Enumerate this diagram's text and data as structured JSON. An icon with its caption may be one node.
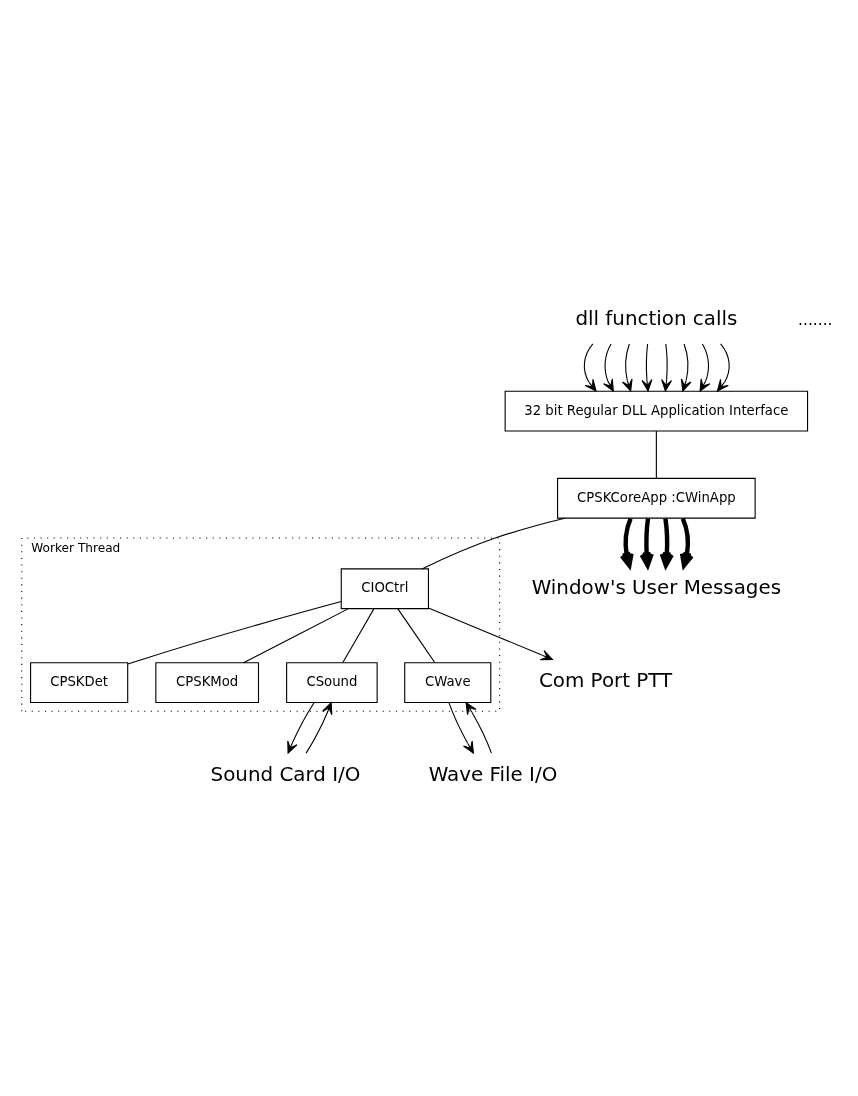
{
  "diagram": {
    "nodes": [
      {
        "text": [
          "dll function calls"
        ]
      },
      {
        "text": [
          "32 bit Regular DLL Application Interface"
        ]
      },
      {
        "text": [
          "CPSKCoreApp :CWinApp"
        ]
      },
      {
        "text": [
          "Worker Thread"
        ]
      },
      {
        "text": [
          "CIOCtrl"
        ],
        "in": 3
      },
      {
        "text": [
          "CPSKDet"
        ],
        "in": 3
      },
      {
        "text": [
          "CPSKMod"
        ],
        "in": 3
      },
      {
        "text": [
          "CSound"
        ],
        "in": 3
      },
      {
        "text": [
          "CWave"
        ],
        "in": 3
      },
      {
        "text": [
          "Window's User Messages"
        ]
      },
      {
        "text": [
          "Com Port PTT"
        ]
      },
      {
        "text": [
          "Sound Card I/O"
        ]
      },
      {
        "text": [
          "Wave File I/O"
        ]
      }
    ],
    "edges": [
      {
        "from": 0,
        "to": 1,
        "arrow": "to"
      },
      {
        "from": 0,
        "to": 1,
        "arrow": "to"
      },
      {
        "from": 0,
        "to": 1,
        "arrow": "to"
      },
      {
        "from": 0,
        "to": 1,
        "arrow": "to"
      },
      {
        "from": 0,
        "to": 1,
        "arrow": "to"
      },
      {
        "from": 0,
        "to": 1,
        "arrow": "to"
      },
      {
        "from": 0,
        "to": 1,
        "arrow": "to"
      },
      {
        "from": 0,
        "to": 1,
        "arrow": "to"
      },
      {
        "from": 1,
        "to": 2,
        "arrow": "none"
      },
      {
        "from": 2,
        "to": 9,
        "arrow": "to",
        "style": "thick"
      },
      {
        "from": 2,
        "to": 9,
        "arrow": "to",
        "style": "thick"
      },
      {
        "from": 2,
        "to": 9,
        "arrow": "to",
        "style": "thick"
      },
      {
        "from": 2,
        "to": 9,
        "arrow": "to",
        "style": "thick"
      },
      {
        "from": 2,
        "to": 4,
        "arrow": "none"
      },
      {
        "from": 4,
        "to": 5,
        "arrow": "none"
      },
      {
        "from": 4,
        "to": 7,
        "arrow": "none"
      },
      {
        "from": 4,
        "to": 8,
        "arrow": "none"
      },
      {
        "from": 4,
        "to": 6,
        "arrow": "none"
      },
      {
        "from": 4,
        "to": 10,
        "arrow": "to"
      },
      {
        "from": 7,
        "to": 11,
        "arrow": "to"
      },
      {
        "from": 11,
        "to": 7,
        "arrow": "to"
      },
      {
        "from": 8,
        "to": 12,
        "arrow": "to"
      },
      {
        "from": 12,
        "to": 8,
        "arrow": "to"
      }
    ],
    "labels": [
      "......."
    ]
  }
}
